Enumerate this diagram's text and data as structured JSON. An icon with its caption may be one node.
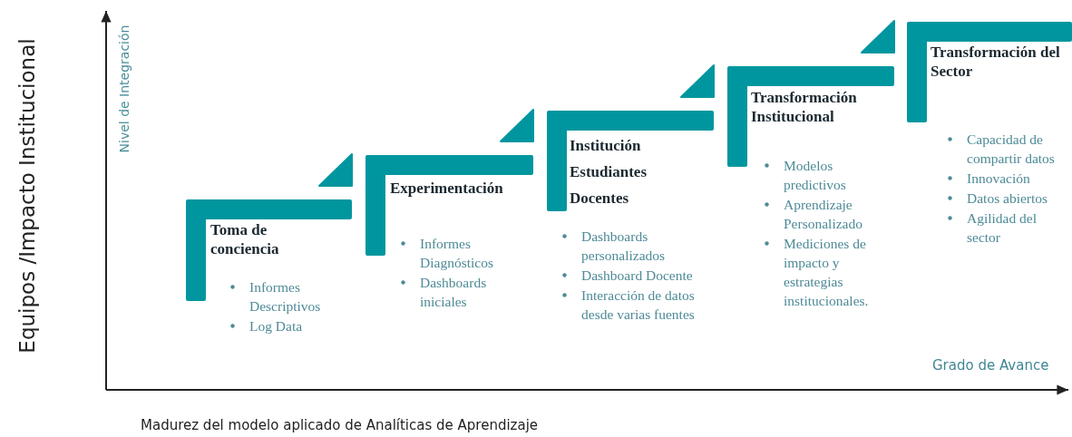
{
  "diagram": {
    "nodes": [
      {
        "text": [
          "Toma de conciencia",
          "Informes Descriptivos",
          "Log Data"
        ]
      },
      {
        "text": [
          "Experimentación",
          "Informes Diagnósticos",
          "Dashboards iniciales"
        ]
      },
      {
        "text": [
          "Institución Estudiantes Docentes",
          "Dashboards personalizados",
          "Dashboard Docente",
          "Interacción de datos desde varias fuentes"
        ]
      },
      {
        "text": [
          "Transformación Institucional",
          "Modelos predictivos",
          "Aprendizaje Personalizado",
          "Mediciones de impacto y estrategias institucionales."
        ]
      },
      {
        "text": [
          "Transformación del Sector",
          "Capacidad de compartir datos",
          "Innovación",
          "Datos abiertos",
          "Agilidad del sector"
        ]
      }
    ],
    "labels": [
      "Equipos /Impacto Institucional",
      "Nivel de Integración",
      "Grado de Avance",
      "Madurez del modelo aplicado de Analíticas de Aprendizaje"
    ]
  }
}
